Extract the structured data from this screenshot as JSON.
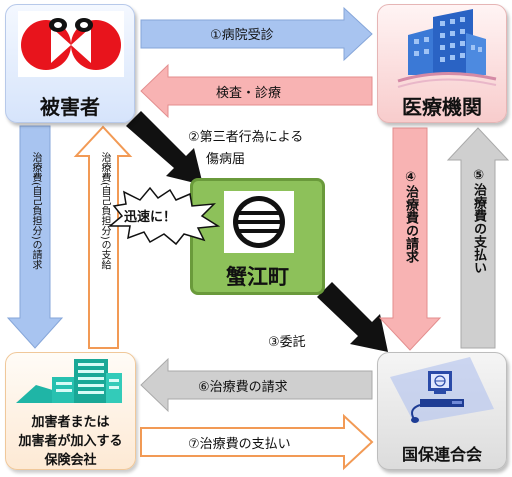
{
  "nodes": {
    "victim": "被害者",
    "medical": "医療機関",
    "town": "蟹江町",
    "insurer_line1": "加害者または",
    "insurer_line2": "加害者が加入する",
    "insurer_line3": "保険会社",
    "federation": "国保連合会"
  },
  "flows": {
    "consultation": "①病院受診",
    "exam": "検査・診療",
    "report_line1": "②第三者行為による",
    "report_line2": "傷病届",
    "invoice_claim": "④治療費の請求",
    "payment_to_medical": "⑤治療費の支払い",
    "consign": "③委託",
    "fed_claim": "⑥治療費の請求",
    "insurer_payment": "⑦治療費の支払い",
    "victim_claim": "治療費(自己負担分)の請求",
    "victim_payment": "治療費(自己負担分)の支給"
  },
  "callout": "迅速に！",
  "colors": {
    "blue_arrow": "#a8c4f0",
    "pink_arrow": "#f5a0a0",
    "gray_arrow": "#c8c8c8",
    "orange_arrow": "#f7b27a",
    "town_green": "#8dc15a",
    "logo_red": "#e8141c"
  }
}
